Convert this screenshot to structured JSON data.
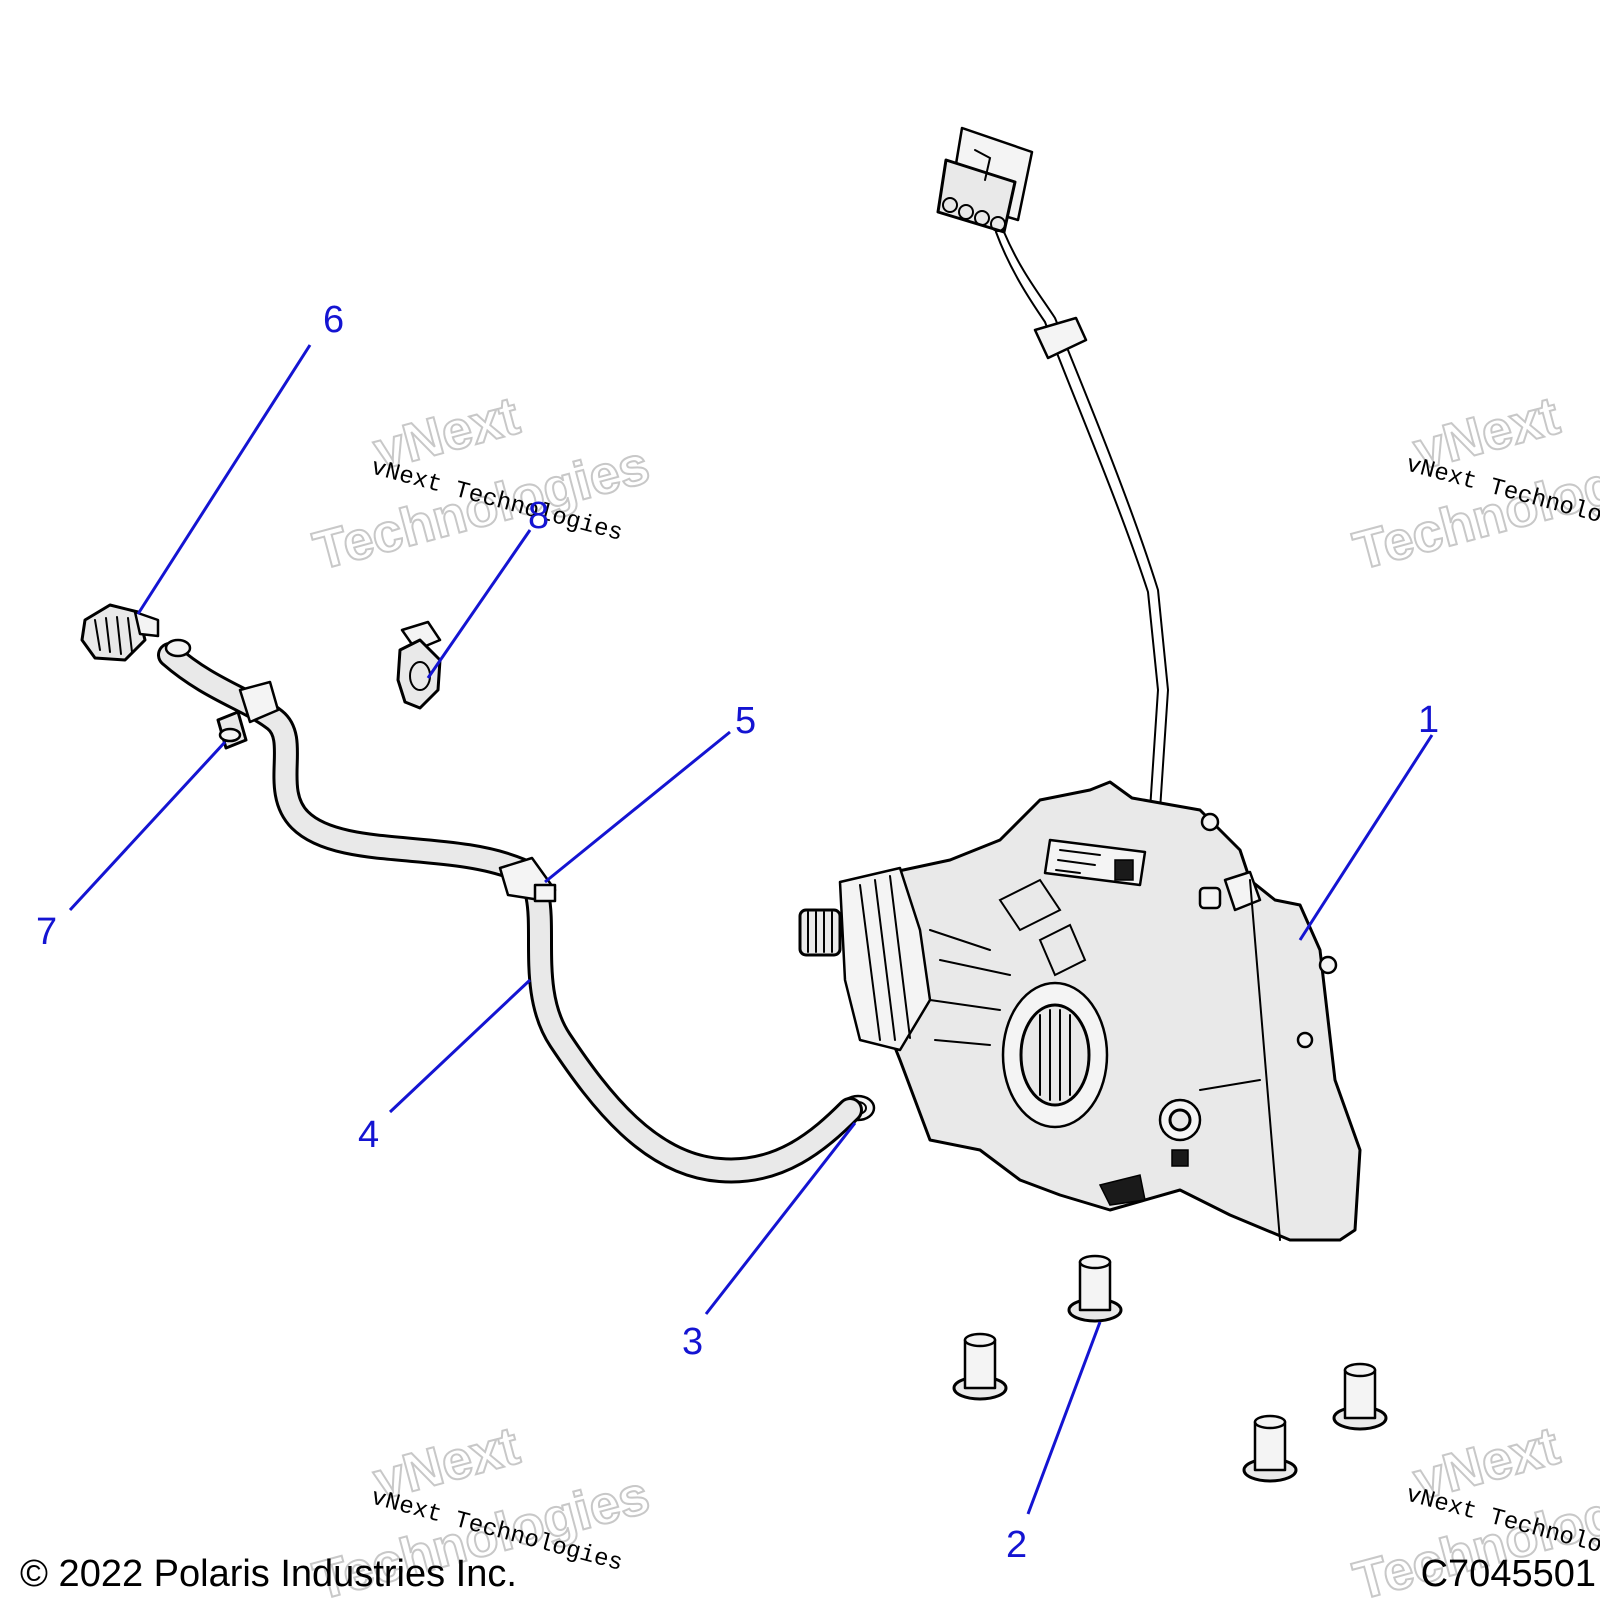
{
  "diagram": {
    "callouts": {
      "c1": "1",
      "c2": "2",
      "c3": "3",
      "c4": "4",
      "c5": "5",
      "c6": "6",
      "c7": "7",
      "c8": "8"
    },
    "watermark": {
      "primary": "vNext Technologies",
      "line1": "vNext",
      "line2": "Technologies"
    },
    "colors": {
      "callout": "#1414d2",
      "part_fill": "#e9e9e9",
      "watermark": "#c8c8c8"
    }
  },
  "footer": {
    "copyright": "© 2022 Polaris Industries Inc.",
    "code": "C7045501"
  }
}
